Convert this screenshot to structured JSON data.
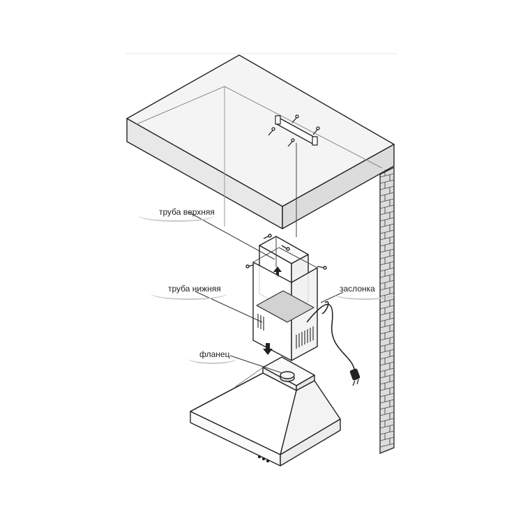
{
  "labels": {
    "upper_pipe": "труба верхняя",
    "lower_pipe": "труба нижняя",
    "damper": "заслонка",
    "flange": "фланец"
  },
  "colors": {
    "line": "#222222",
    "ceiling_face": "#e6e6e6",
    "ceiling_top": "#f2f2f2",
    "brick_fill": "#d9d9d9",
    "damper_fill": "#cfcfcf"
  }
}
